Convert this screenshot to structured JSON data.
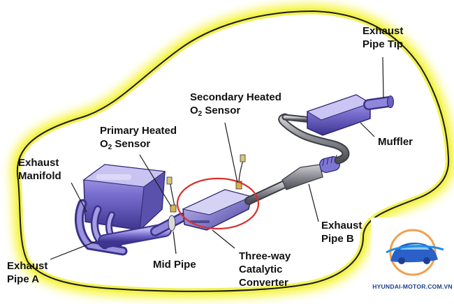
{
  "labels": {
    "exhaust_pipe_tip": [
      "Exhaust",
      "Pipe Tip"
    ],
    "secondary_sensor": [
      "Secondary Heated",
      "O",
      "2",
      " Sensor"
    ],
    "primary_sensor": [
      "Primary Heated",
      "O",
      "2",
      " Sensor"
    ],
    "muffler": "Muffler",
    "exhaust_manifold": [
      "Exhaust",
      "Manifold"
    ],
    "exhaust_pipe_b": [
      "Exhaust",
      "Pipe B"
    ],
    "exhaust_pipe_a": [
      "Exhaust",
      "Pipe A"
    ],
    "mid_pipe": "Mid Pipe",
    "catalytic_converter": [
      "Three-way",
      "Catalytic",
      "Converter"
    ]
  },
  "watermark": "HYUNDAI-MOTOR.COM.VN",
  "colors": {
    "car_glow": "#f5f53a",
    "component_purple": "#7a6fd0",
    "pipe_gray": "#8a8a92",
    "highlight_circle": "#d9302a",
    "watermark_blue": "#1d3f8f"
  }
}
